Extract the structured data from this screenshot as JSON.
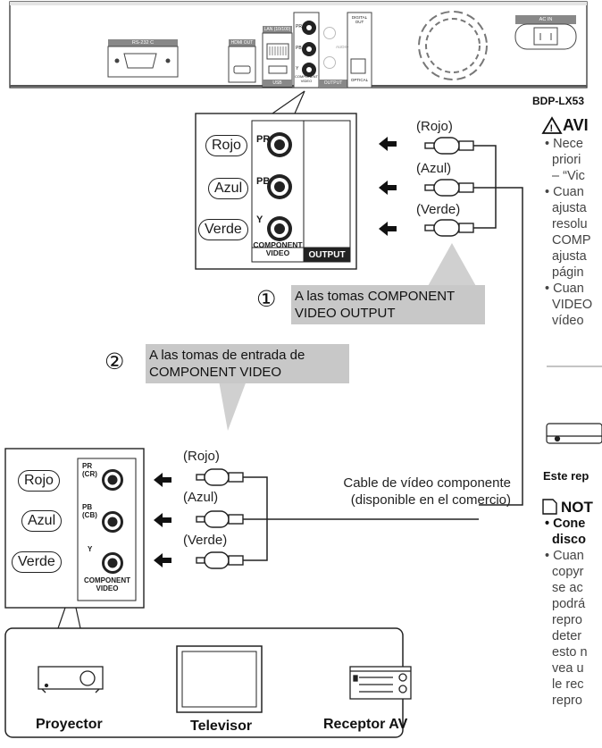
{
  "rear_panel": {
    "rs232c_label": "RS-232 C",
    "hdmi_out_label": "HDMI OUT",
    "lan_label": "LAN (10/100)",
    "usb_label": "USB",
    "component_video_label": "COMPONENT VIDEO",
    "output_label": "OUTPUT",
    "digital_out_label": "DIGITAL OUT",
    "optical_label": "OPTICAL",
    "ac_in_label": "AC IN",
    "audio_label": "AUDIO",
    "pr_label": "PR",
    "pb_label": "PB",
    "y_label": "Y",
    "model": "BDP-LX53"
  },
  "top_detail": {
    "pr": "PR",
    "pb": "PB",
    "y": "Y",
    "component_video": "COMPONENT VIDEO",
    "output": "OUTPUT",
    "rojo": "Rojo",
    "azul": "Azul",
    "verde": "Verde"
  },
  "top_plugs": {
    "rojo": "(Rojo)",
    "azul": "(Azul)",
    "verde": "(Verde)"
  },
  "step1": {
    "number": "①",
    "text_line1": "A las tomas COMPONENT",
    "text_line2": "VIDEO OUTPUT"
  },
  "step2": {
    "number": "②",
    "text_line1": "A las tomas de entrada de",
    "text_line2": "COMPONENT VIDEO"
  },
  "cable_label": {
    "line1": "Cable de vídeo componente",
    "line2": "(disponible en el comercio)"
  },
  "bottom_plugs": {
    "rojo": "(Rojo)",
    "azul": "(Azul)",
    "verde": "(Verde)"
  },
  "bottom_detail": {
    "pr": "PR",
    "cr": "(CR)",
    "pb": "PB",
    "cb": "(CB)",
    "y": "Y",
    "component_video": "COMPONENT VIDEO",
    "rojo": "Rojo",
    "azul": "Azul",
    "verde": "Verde"
  },
  "devices": {
    "proyector": "Proyector",
    "televisor": "Televisor",
    "receptor": "Receptor AV"
  },
  "right_column": {
    "warning_title": "AVI",
    "lines1": [
      "• Nece",
      "  priori",
      "  – “Vic",
      "• Cuan",
      "  ajusta",
      "  resolu",
      "  COMP",
      "  ajusta",
      "  págin",
      "• Cuan",
      "  VIDEO",
      "  vídeo"
    ],
    "este_rep": "Este rep",
    "note_title": "NOT",
    "lines2_bold": [
      "• Cone",
      "  disco"
    ],
    "lines2": [
      "• Cuan",
      "  copyr",
      "  se ac",
      "  podrá",
      "  repro",
      "  deter",
      "  esto n",
      "  vea u",
      "  le rec",
      "  repro"
    ]
  }
}
